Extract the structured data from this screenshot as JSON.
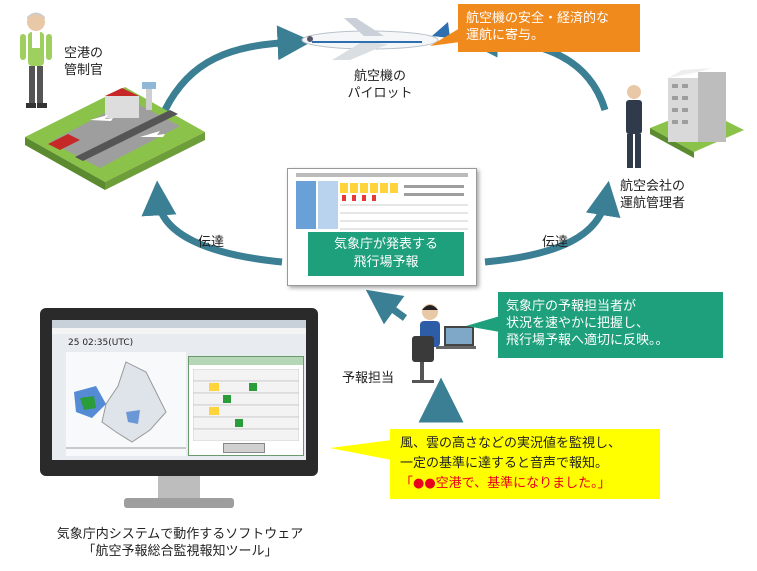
{
  "airport": {
    "label_line1": "空港の",
    "label_line2": "管制官"
  },
  "pilot": {
    "label_line1": "航空機の",
    "label_line2": "パイロット"
  },
  "airline": {
    "label_line1": "航空会社の",
    "label_line2": "運航管理者"
  },
  "orange_callout": {
    "line1": "航空機の安全・経済的な",
    "line2": "運航に寄与。"
  },
  "forecast_box": {
    "line1": "気象庁が発表する",
    "line2": "飛行場予報"
  },
  "transmit_left": "伝達",
  "transmit_right": "伝達",
  "forecaster": {
    "label": "予報担当"
  },
  "green_callout": {
    "line1": "気象庁の予報担当者が",
    "line2": "状況を速やかに把握し、",
    "line3": "飛行場予報へ適切に反映。。"
  },
  "yellow_callout": {
    "line1": "風、雲の高さなどの実況値を監視し、",
    "line2": "一定の基準に達すると音声で報知。",
    "line3": "「●●空港で、基準になりました。」"
  },
  "monitor": {
    "screen_time": "25 02:35(UTC)"
  },
  "caption": {
    "line1": "気象庁内システムで動作するソフトウェア",
    "line2": "「航空予報総合監視報知ツール」"
  },
  "colors": {
    "arrow": "#3a7f93",
    "orange": "#f08a1c",
    "green": "#1ea07c",
    "yellow": "#ffff00",
    "red": "#e8001c"
  }
}
